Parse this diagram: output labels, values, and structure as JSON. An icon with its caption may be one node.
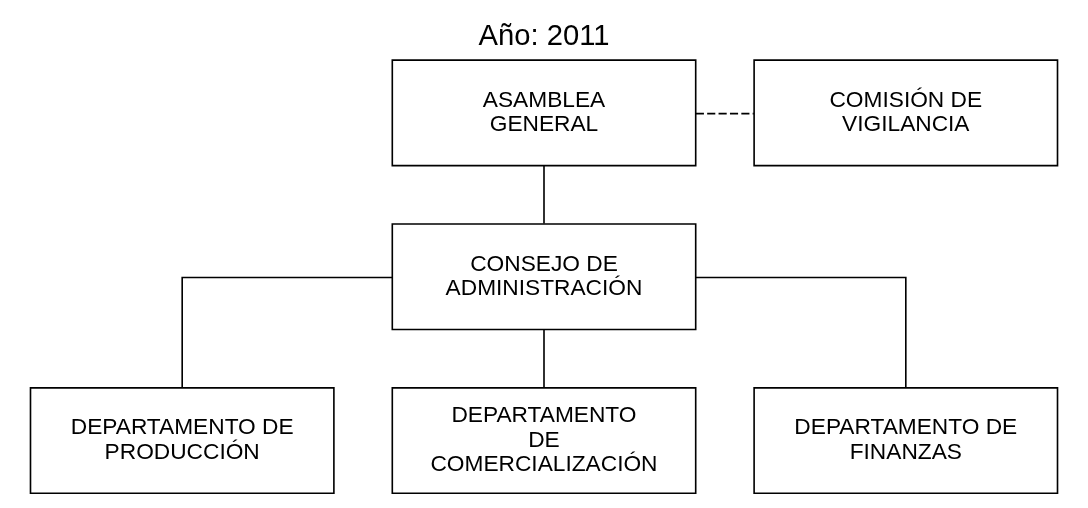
{
  "diagram": {
    "title": "Año: 2011",
    "nodes": [
      {
        "text": [
          "ASAMBLEA GENERAL"
        ]
      },
      {
        "text": [
          "COMISIÓN DE VIGILANCIA"
        ]
      },
      {
        "text": [
          "CONSEJO DE ADMINISTRACIÓN"
        ]
      },
      {
        "text": [
          "DEPARTAMENTO DE PRODUCCIÓN"
        ]
      },
      {
        "text": [
          "DEPARTAMENTO DE COMERCIALIZACIÓN"
        ]
      },
      {
        "text": [
          "DEPARTAMENTO DE FINANZAS"
        ]
      }
    ],
    "edges": [
      {
        "from": 0,
        "to": 2,
        "arrow": "none"
      },
      {
        "from": 0,
        "to": 1,
        "arrow": "none",
        "style": "dashed"
      },
      {
        "from": 2,
        "to": 3,
        "arrow": "none"
      },
      {
        "from": 2,
        "to": 4,
        "arrow": "none"
      },
      {
        "from": 2,
        "to": 5,
        "arrow": "none"
      }
    ]
  }
}
